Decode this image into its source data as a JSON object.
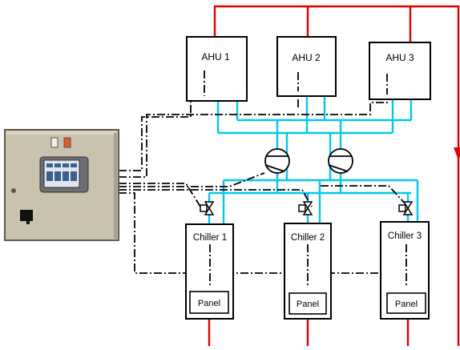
{
  "ahus": [
    {
      "label": "AHU 1"
    },
    {
      "label": "AHU 2"
    },
    {
      "label": "AHU 3"
    }
  ],
  "chillers": [
    {
      "label": "Chiller 1",
      "panel_label": "Panel"
    },
    {
      "label": "Chiller 2",
      "panel_label": "Panel"
    },
    {
      "label": "Chiller 3",
      "panel_label": "Panel"
    }
  ],
  "control_cabinet": {
    "image": "control-cabinet-photo",
    "screen_icon": "touchscreen-hmi",
    "switch_icon": "rotary-isolator-switch"
  },
  "colors": {
    "supply_pipe": "#00c8f0",
    "power_line": "#e00000",
    "control_line": "#000000",
    "cabinet": "#c9c2ad"
  }
}
